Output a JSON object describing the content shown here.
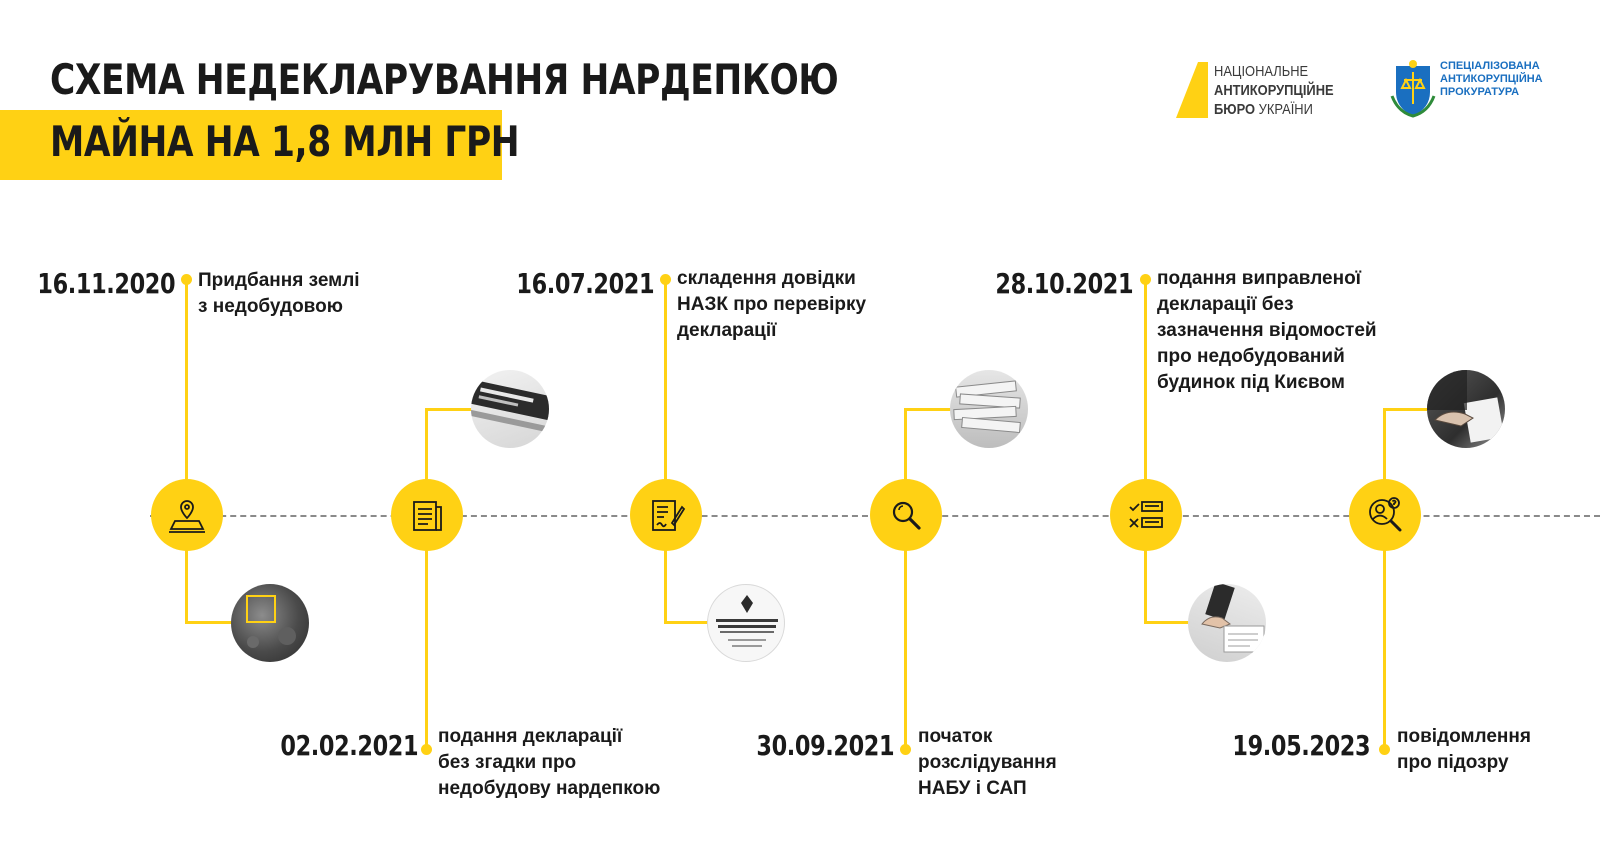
{
  "header": {
    "title_line1": "СХЕМА НЕДЕКЛАРУВАННЯ НАРДЕПКОЮ",
    "title_line2": "МАЙНА НА 1,8 МЛН ГРН"
  },
  "logos": {
    "nabu": {
      "line1": "НАЦІОНАЛЬНЕ",
      "line2": "АНТИКОРУПЦІЙНЕ",
      "line3a": "БЮРО",
      "line3b": " УКРАЇНИ"
    },
    "sap": {
      "line1": "СПЕЦІАЛІЗОВАНА",
      "line2": "АНТИКОРУПЦІЙНА",
      "line3": "ПРОКУРАТУРА"
    }
  },
  "colors": {
    "accent": "#ffd114",
    "axis": "#8a8a8a",
    "sap_blue": "#1a6fc0"
  },
  "events": [
    {
      "date": "16.11.2020",
      "text": "Придбання землі\nз недобудовою",
      "icon": "land-plot-icon",
      "photo": "aerial-land-photo"
    },
    {
      "date": "02.02.2021",
      "text": "подання декларації\nбез згадки про\nнедобудову нардепкою",
      "icon": "document-icon",
      "photo": "declaration-registry-photo"
    },
    {
      "date": "16.07.2021",
      "text": "складення довідки\nНАЗК про перевірку\nдекларації",
      "icon": "signed-document-icon",
      "photo": "nazk-stamp-photo"
    },
    {
      "date": "30.09.2021",
      "text": "початок\nрозслідування\nНАБУ і САП",
      "icon": "magnifier-icon",
      "photo": "papers-stack-photo"
    },
    {
      "date": "28.10.2021",
      "text": "подання виправленої\nдекларації без\nзазначення відомостей\nпро недобудований\nбудинок під Києвом",
      "icon": "checklist-icon",
      "photo": "signing-document-photo"
    },
    {
      "date": "19.05.2023",
      "text": "повідомлення\nпро підозру",
      "icon": "suspect-search-icon",
      "photo": "handover-document-photo"
    }
  ]
}
